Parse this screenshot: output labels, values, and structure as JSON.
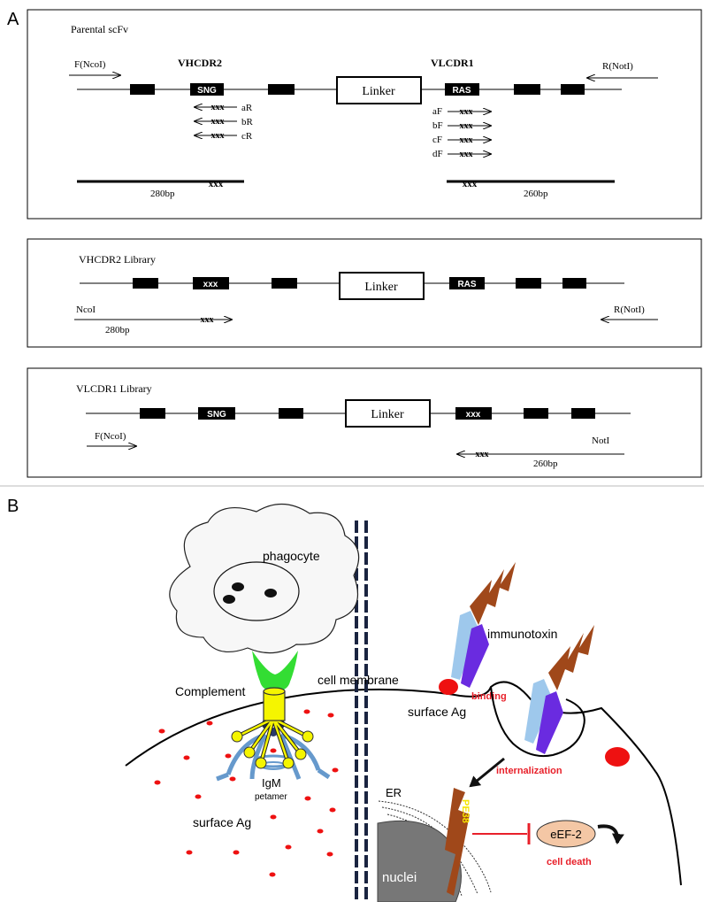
{
  "panelA": {
    "label": "A",
    "parental": {
      "title": "Parental scFv",
      "forward_primer": "F(NcoI)",
      "reverse_primer": "R(NotI)",
      "vh_cdr_label": "VHCDR2",
      "vl_cdr_label": "VLCDR1",
      "vh_box": "SNG",
      "vl_box": "RAS",
      "linker": "Linker",
      "vh_primers": [
        {
          "seq": "xxx",
          "name": "aR"
        },
        {
          "seq": "xxx",
          "name": "bR"
        },
        {
          "seq": "xxx",
          "name": "cR"
        }
      ],
      "vl_primers": [
        {
          "name": "aF",
          "seq": "xxx"
        },
        {
          "name": "bF",
          "seq": "xxx"
        },
        {
          "name": "cF",
          "seq": "xxx"
        },
        {
          "name": "dF",
          "seq": "xxx"
        }
      ],
      "left_fragment": {
        "seq": "xxx",
        "size": "280bp"
      },
      "right_fragment": {
        "seq": "xxx",
        "size": "260bp"
      }
    },
    "vh_library": {
      "title": "VHCDR2 Library",
      "vh_box": "xxx",
      "linker": "Linker",
      "vl_box": "RAS",
      "left_primer": "NcoI",
      "left_seq": "xxx",
      "left_size": "280bp",
      "right_primer": "R(NotI)"
    },
    "vl_library": {
      "title": "VLCDR1 Library",
      "vh_box": "SNG",
      "linker": "Linker",
      "vl_box": "xxx",
      "left_primer": "F(NcoI)",
      "right_primer": "NotI",
      "right_seq": "xxx",
      "right_size": "260bp"
    }
  },
  "panelB": {
    "label": "B",
    "phagocyte": "phagocyte",
    "complement": "Complement",
    "igm": "IgM",
    "petamer": "petamer",
    "surface_ag_left": "surface Ag",
    "cell_membrane": "cell membrane",
    "immunotoxin": "immunotoxin",
    "binding": "binding",
    "surface_ag_right": "surface Ag",
    "internalization": "internalization",
    "er": "ER",
    "toxin": "PE38",
    "eef2": "eEF-2",
    "cell_death": "cell death",
    "nuclei": "nuclei"
  },
  "colors": {
    "green": "#33dd33",
    "yellow": "#f5f500",
    "igm_blue": "#6699cc",
    "antigen_red": "#ee1111",
    "toxin_brown": "#a0481a",
    "light_blue": "#9ec8ec",
    "violet": "#6a2be0",
    "label_red": "#e8202a",
    "eef2_fill": "#f4c7a5",
    "nucleus_gray": "#777777"
  }
}
